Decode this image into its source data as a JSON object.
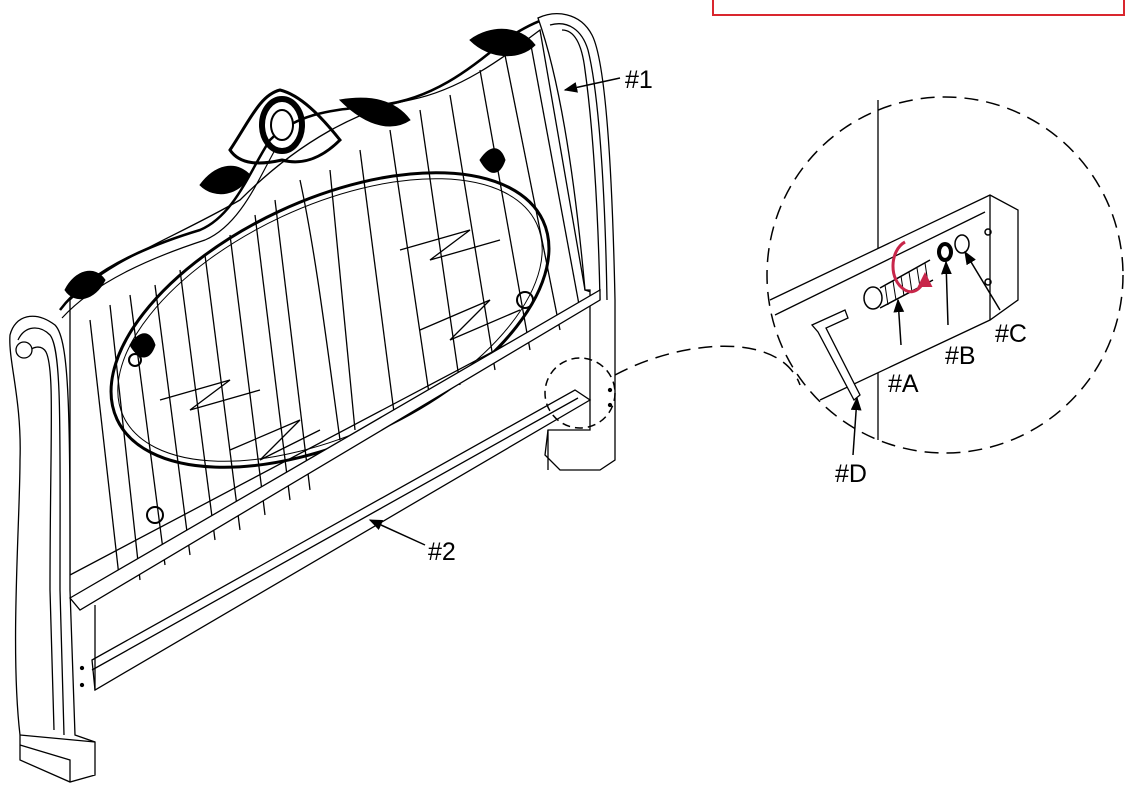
{
  "diagram": {
    "labels": {
      "headboard": "#1",
      "rail": "#2",
      "bolt": "#A",
      "lock_washer": "#B",
      "flat_washer": "#C",
      "allen_wrench": "#D"
    },
    "colors": {
      "line": "#000000",
      "note_border": "#d9262e",
      "rotation_arrow": "#c8264a"
    }
  }
}
